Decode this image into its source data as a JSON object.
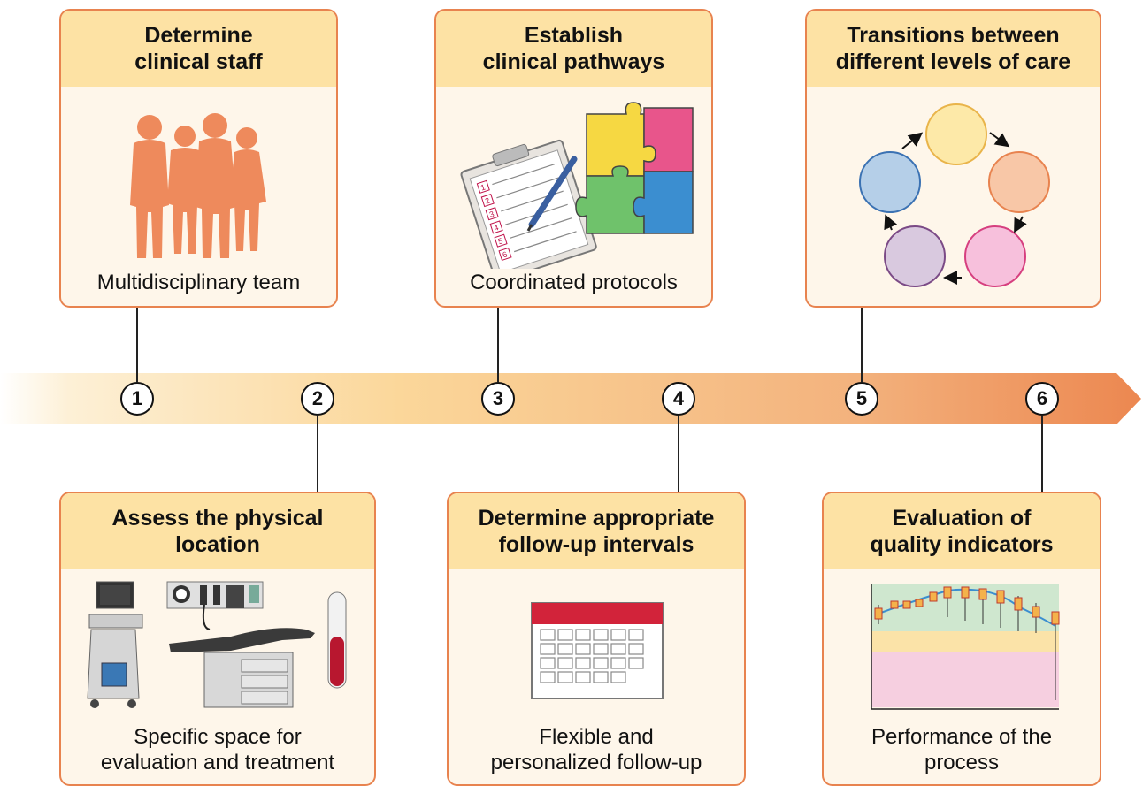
{
  "timeline": {
    "steps": [
      "1",
      "2",
      "3",
      "4",
      "5",
      "6"
    ]
  },
  "cards": {
    "clinical_staff": {
      "title": "Determine\nclinical staff",
      "caption": "Multidisciplinary team"
    },
    "physical_location": {
      "title": "Assess the physical\nlocation",
      "caption": "Specific space for\nevaluation and treatment"
    },
    "clinical_pathways": {
      "title": "Establish\nclinical pathways",
      "caption": "Coordinated protocols"
    },
    "follow_up": {
      "title": "Determine appropriate\nfollow-up intervals",
      "caption": "Flexible and\npersonalized follow-up"
    },
    "levels_of_care": {
      "title": "Transitions between\ndifferent levels of care",
      "caption": ""
    },
    "quality_indicators": {
      "title": "Evaluation of\nquality indicators",
      "caption": "Performance of the\nprocess"
    }
  },
  "checklist_numbers": [
    "1",
    "2",
    "3",
    "4",
    "5",
    "6"
  ],
  "colors": {
    "card_border": "#e8834f",
    "card_header": "#fde2a4",
    "card_body": "#fef6ea",
    "arrow_start": "#fef3dc",
    "arrow_end": "#ec8750",
    "people": "#ee8a5c",
    "cycle_circles": [
      "#fde9a8",
      "#f8c7a7",
      "#f7c0dc",
      "#d9c9df",
      "#b5cfe8"
    ]
  },
  "icons": {
    "clinical_staff": "people-silhouettes-icon",
    "physical_location": "medical-room-equipment-icon",
    "clinical_pathways": "clipboard-and-puzzle-icon",
    "follow_up": "calendar-icon",
    "levels_of_care": "cycle-circles-icon",
    "quality_indicators": "control-chart-icon"
  }
}
